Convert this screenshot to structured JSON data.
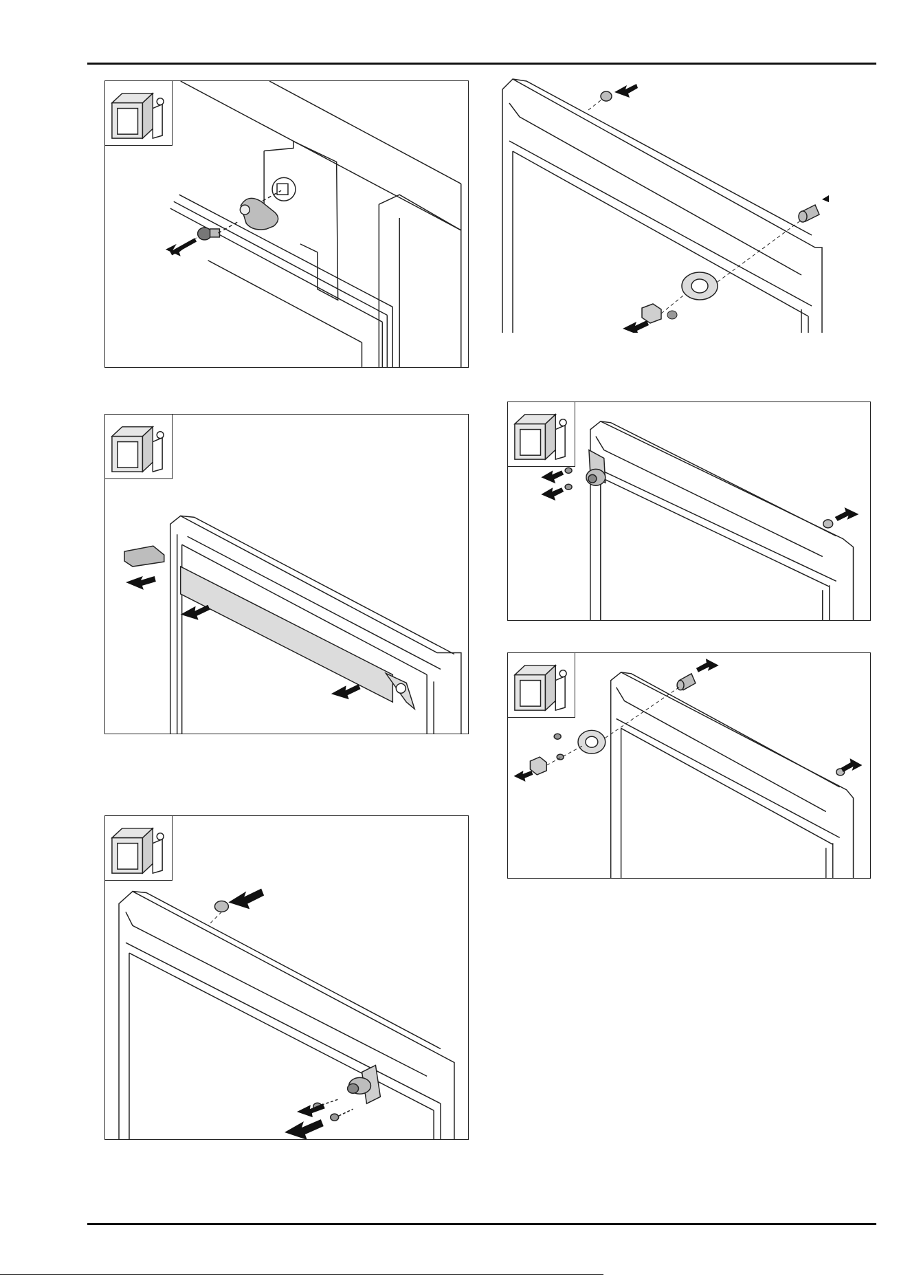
{
  "page": {
    "panels": [
      {
        "id": "panel-1",
        "icon": "appliance-top-view-icon",
        "step": "remove-hinge-cap-and-screw"
      },
      {
        "id": "panel-2",
        "icon": "appliance-top-view-icon",
        "step": "remove-door-cover-strip"
      },
      {
        "id": "panel-3",
        "icon": "appliance-top-view-icon",
        "step": "remove-hinge-bracket"
      },
      {
        "id": "panel-4",
        "icon": "none",
        "step": "remove-bearing-and-pins"
      },
      {
        "id": "panel-5",
        "icon": "appliance-top-view-icon",
        "step": "fit-hinge-bracket-other-side"
      },
      {
        "id": "panel-6",
        "icon": "appliance-top-view-icon",
        "step": "fit-bearing-and-pins-other-side"
      }
    ],
    "colors": {
      "line": "#222222",
      "arrow": "#111111",
      "fill_grey": "#dcdcdc"
    }
  }
}
